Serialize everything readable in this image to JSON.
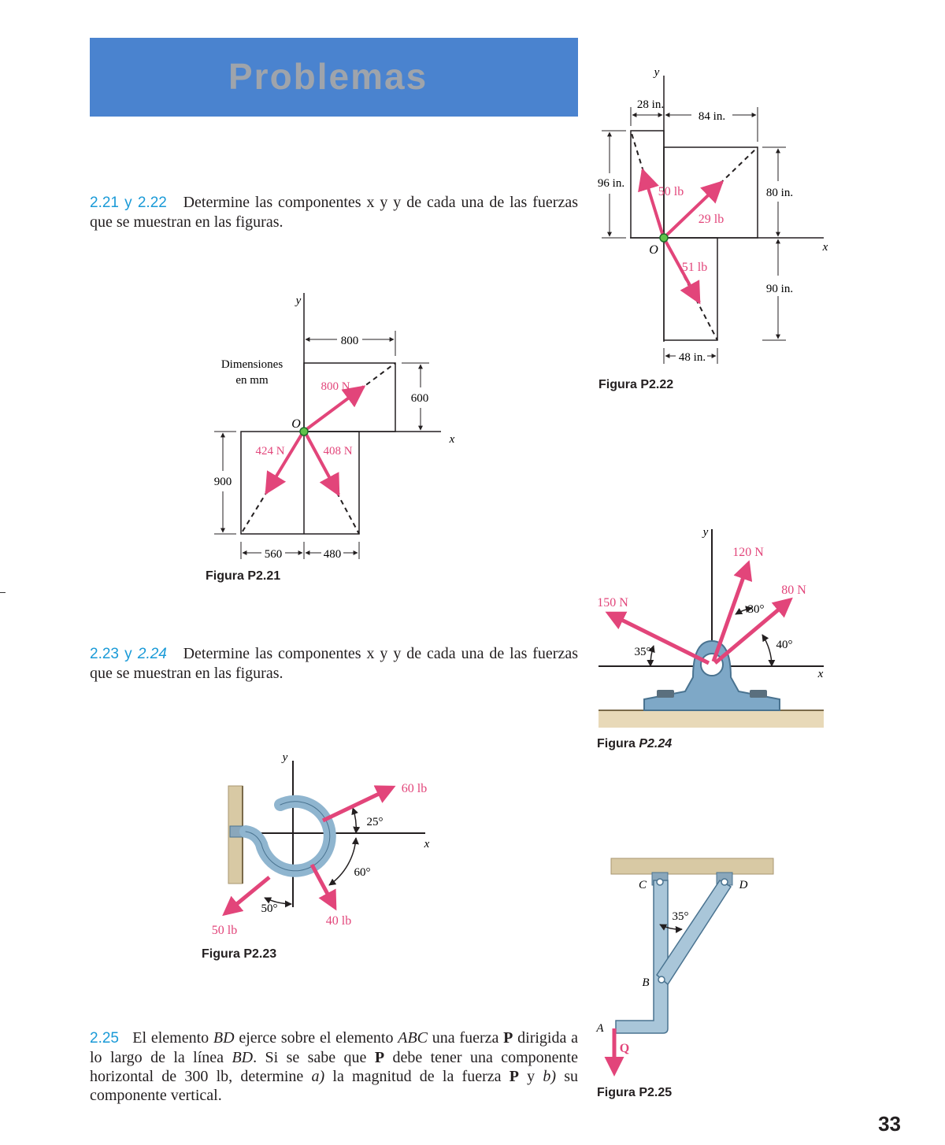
{
  "banner": {
    "title": "Problemas"
  },
  "problems": [
    {
      "number": "2.21 y 2.22",
      "text": "Determine las componentes x y y de cada una de las fuerzas que se muestran en las figuras."
    },
    {
      "number": "2.23 y ",
      "number_italic": "2.24",
      "text": "Determine las componentes x y y de cada una de las fuerzas que se muestran en las figuras."
    },
    {
      "number": "2.25",
      "text_parts": [
        "El elemento ",
        "BD",
        " ejerce sobre el elemento ",
        "ABC",
        " una fuerza ",
        "P",
        " dirigida a lo largo de la línea ",
        "BD",
        ". Si se sabe que ",
        "P",
        " debe tener una componente horizontal de 300 lb, determine ",
        "a)",
        " la magnitud de la fuerza ",
        "P",
        " y ",
        "b)",
        " su componente vertical."
      ]
    }
  ],
  "fig21": {
    "caption": "Figura P2.21",
    "dimensions_note_line1": "Dimensiones",
    "dimensions_note_line2": "en mm",
    "axis_x": "x",
    "axis_y": "y",
    "origin": "O",
    "dim_top": "800",
    "dim_right": "600",
    "dim_left": "900",
    "dim_bottom_left": "560",
    "dim_bottom_right": "480",
    "forces": [
      "800 N",
      "424 N",
      "408 N"
    ]
  },
  "fig22": {
    "caption": "Figura P2.22",
    "axis_x": "x",
    "axis_y": "y",
    "origin": "O",
    "dim_28": "28 in.",
    "dim_84": "84 in.",
    "dim_96": "96 in.",
    "dim_80": "80 in.",
    "dim_90": "90 in.",
    "dim_48": "48 in.",
    "forces": [
      "50 lb",
      "29 lb",
      "51 lb"
    ]
  },
  "fig23": {
    "caption": "Figura P2.23",
    "axis_x": "x",
    "axis_y": "y",
    "forces": [
      "60 lb",
      "50 lb",
      "40 lb"
    ],
    "angles": [
      "25°",
      "60°",
      "50°"
    ]
  },
  "fig24": {
    "caption_prefix": "Figura ",
    "caption_italic": "P2.24",
    "axis_x": "x",
    "axis_y": "y",
    "forces": [
      "150 N",
      "120 N",
      "80 N"
    ],
    "angles": [
      "35°",
      "30°",
      "40°"
    ]
  },
  "fig25": {
    "caption": "Figura P2.25",
    "points": [
      "A",
      "B",
      "C",
      "D"
    ],
    "force": "Q",
    "angle": "35°"
  },
  "page_number": "33",
  "colors": {
    "accent": "#1a9ad7",
    "banner": "#4a83cf",
    "force": "#e2457a",
    "member": "#a9c6d9"
  }
}
